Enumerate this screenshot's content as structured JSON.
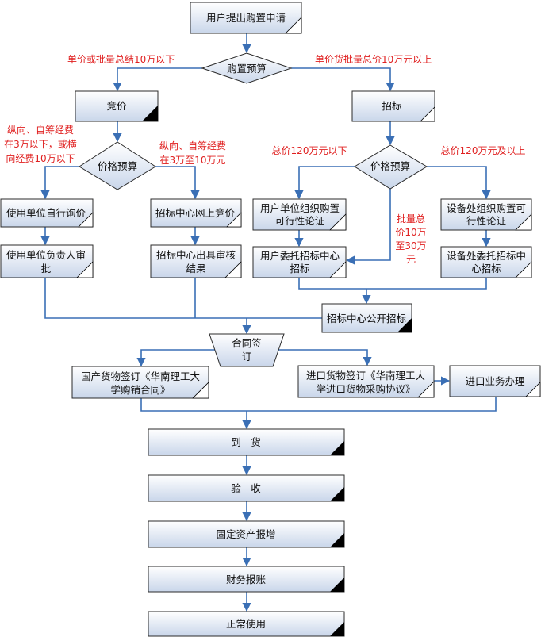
{
  "nodes": {
    "start": "用户提出购置申请",
    "budget": "购置预算",
    "bidding": "竞价",
    "tender": "招标",
    "price_budget_left": "价格预算",
    "price_budget_right": "价格预算",
    "self_inquiry": "使用单位自行询价",
    "online_bidding": "招标中心网上竞价",
    "head_approval": [
      "使用单位负责人审",
      "批"
    ],
    "center_review": [
      "招标中心出具审核",
      "结果"
    ],
    "user_feasibility": [
      "用户单位组织购置",
      "可行性论证"
    ],
    "equip_feasibility": [
      "设备处组织购置可",
      "行性论证"
    ],
    "user_entrust": [
      "用户委托招标中心",
      "招标"
    ],
    "equip_entrust": [
      "设备处委托招标中",
      "心招标"
    ],
    "public_tender": "招标中心公开招标",
    "contract": [
      "合同签",
      "订"
    ],
    "domestic": [
      "国产货物签订《华南理工大",
      "学购销合同》"
    ],
    "imported": [
      "进口货物签订《华南理工大",
      "学进口货物采购协议》"
    ],
    "import_business": "进口业务办理",
    "arrival": "到　货",
    "acceptance": "验　收",
    "asset_register": "固定资产报增",
    "reimburse": "财务报账",
    "normal_use": "正常使用"
  },
  "conditions": {
    "under_10w": "单价或批量总结10万以下",
    "over_10w": "单价货批量总价10万元以上",
    "under_3w": [
      "纵向、自筹经费",
      "在3万以下，或横",
      "向经费10万以下"
    ],
    "between_3w_10w": [
      "纵向、自筹经费",
      "在3万至10万元"
    ],
    "under_120w": "总价120万元以下",
    "over_120w": "总价120万元及以上",
    "batch_10_30": [
      "批量总",
      "价10万",
      "至30万",
      "元"
    ]
  },
  "colors": {
    "connector": "#3a6fb5",
    "condition_text": "#e02020",
    "box_top": "#ffffff",
    "box_bottom": "#c9d6ea"
  }
}
